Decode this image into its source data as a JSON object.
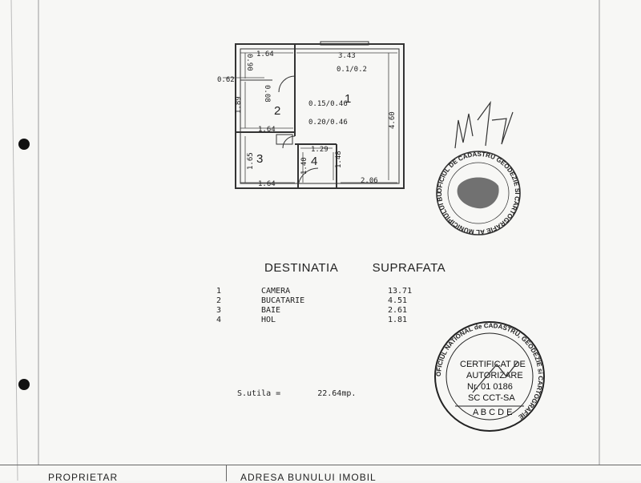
{
  "plan": {
    "rooms": [
      {
        "num": "1"
      },
      {
        "num": "2"
      },
      {
        "num": "3"
      },
      {
        "num": "4"
      }
    ],
    "dims": {
      "d164_top": "1.64",
      "d343": "3.43",
      "d01_02": "0.1/0.2",
      "d090": "0.90",
      "d062": "0.62",
      "d008": "0.08",
      "d189": "1.89",
      "d015_046": "0.15/0.46",
      "d020_046": "0.20/0.46",
      "d460": "4.60",
      "d164_mid": "1.64",
      "d129": "1.29",
      "d165": "1.65",
      "d140": "1.40",
      "d148": "1.48",
      "d164_bot": "1.64",
      "d206": "2.06"
    }
  },
  "table": {
    "header_destination": "DESTINATIA",
    "header_surface": "SUPRAFATA",
    "rows": [
      {
        "n": "1",
        "name": "CAMERA",
        "area": "13.71"
      },
      {
        "n": "2",
        "name": "BUCATARIE",
        "area": "4.51"
      },
      {
        "n": "3",
        "name": "BAIE",
        "area": "2.61"
      },
      {
        "n": "4",
        "name": "HOL",
        "area": "1.81"
      }
    ]
  },
  "total": {
    "label": "S.utila =",
    "value": "22.64mp."
  },
  "stamp_small": {
    "ring": "OFICIUL DE CADASTRU GEODEZIE SI CARTOGRAFIE AL MUNICIPIULUI BUCURESTI"
  },
  "stamp_large": {
    "ring": "OFICIUL NATIONAL de CADASTRU, GEODEZIE si CARTOGRAFIE",
    "line1": "CERTIFICAT DE",
    "line2": "AUTORIZARE",
    "line3": "Nr. 01 0186",
    "line4": "SC CCT-SA",
    "line5": "A B C D E"
  },
  "footer": {
    "left": "PROPRIETAR",
    "right": "ADRESA BUNULUI IMOBIL"
  },
  "colors": {
    "ink": "#222222",
    "paper": "#f7f7f5"
  }
}
